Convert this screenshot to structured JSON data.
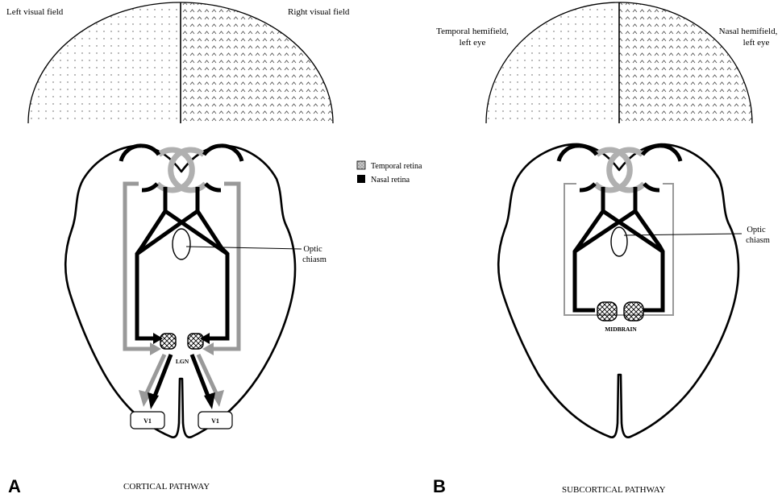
{
  "panel_a": {
    "letter": "A",
    "caption": "CORTICAL PATHWAY",
    "field_left_label": "Left visual field",
    "field_right_label": "Right visual field",
    "legend": {
      "temporal_label": "Temporal retina",
      "nasal_label": "Nasal retina"
    },
    "chiasm_label_line1": "Optic",
    "chiasm_label_line2": "chiasm",
    "lgn_label": "LGN",
    "v1_left_label": "V1",
    "v1_right_label": "V1"
  },
  "panel_b": {
    "letter": "B",
    "caption": "SUBCORTICAL PATHWAY",
    "field_left_label_line1": "Temporal hemifield,",
    "field_left_label_line2": "left eye",
    "field_right_label_line1": "Nasal hemifield,",
    "field_right_label_line2": "left eye",
    "chiasm_label_line1": "Optic",
    "chiasm_label_line2": "chiasm",
    "midbrain_label": "MIDBRAIN"
  },
  "colors": {
    "nasal": "#000000",
    "temporal": "#a8a8a8"
  }
}
